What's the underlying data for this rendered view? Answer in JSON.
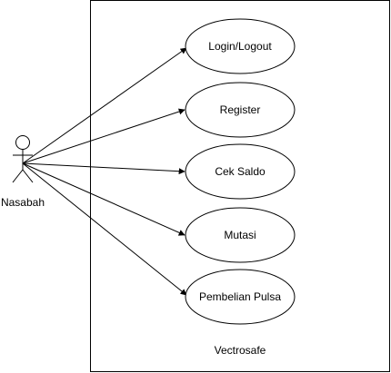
{
  "system": {
    "name": "Vectrosafe"
  },
  "actor": {
    "name": "Nasabah"
  },
  "use_cases": [
    {
      "label": "Login/Logout"
    },
    {
      "label": "Register"
    },
    {
      "label": "Cek Saldo"
    },
    {
      "label": "Mutasi"
    },
    {
      "label": "Pembelian Pulsa"
    }
  ],
  "colors": {
    "stroke": "#000000",
    "fill": "#ffffff"
  }
}
